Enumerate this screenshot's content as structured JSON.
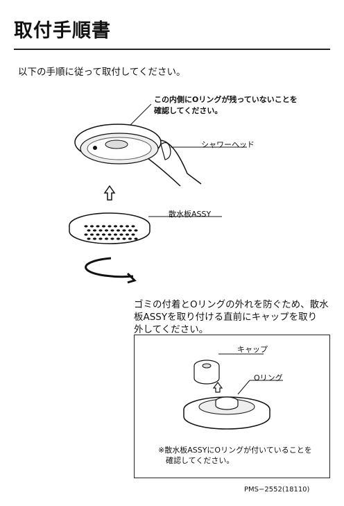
{
  "title": "取付手順書",
  "intro": "以下の手順に従って取付してください。",
  "warning_line1": "この内側にOリングが残っていないことを",
  "warning_line2": "確認してください。",
  "label_shower_head": "シャワーヘッド",
  "label_plate": "散水板ASSY",
  "note_line1": "ゴミの付着とOリングの外れを防ぐため、散水",
  "note_line2": "板ASSYを取り付ける直前にキャップを取り",
  "note_line3": "外してください。",
  "label_cap": "キャップ",
  "label_oring": "Oリング",
  "box_note_line1": "※散水板ASSYにOリングが付いていることを",
  "box_note_line2": "　確認してください。",
  "doc_code": "PMS−2552(18110)"
}
